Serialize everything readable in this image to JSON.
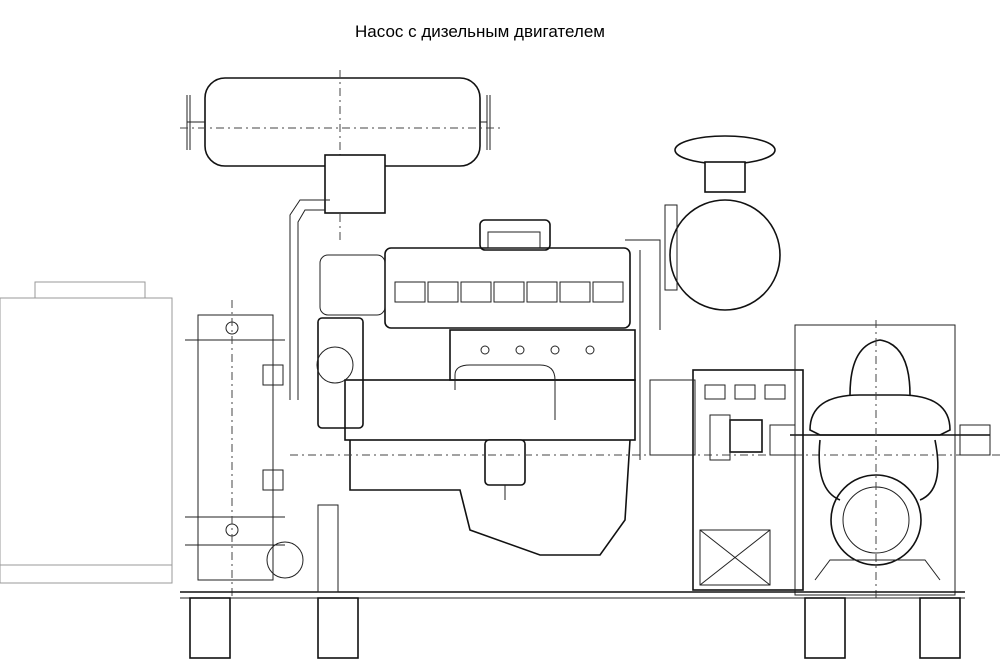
{
  "diagram": {
    "title": "Насос с дизельным двигателем",
    "components": [
      "muffler",
      "radiator",
      "diesel-engine",
      "air-filter",
      "control-panel",
      "split-case-pump",
      "base-frame"
    ]
  }
}
